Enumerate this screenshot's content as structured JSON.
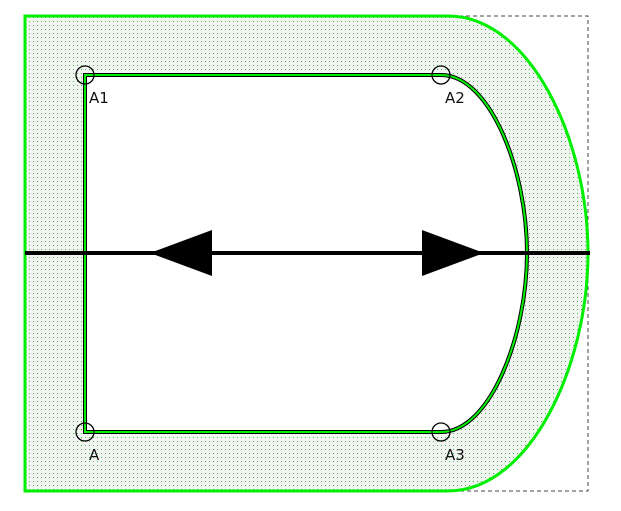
{
  "points": [
    {
      "id": "a1",
      "label": "A1"
    },
    {
      "id": "a2",
      "label": "A2"
    },
    {
      "id": "a3",
      "label": "A3"
    },
    {
      "id": "a",
      "label": "A"
    }
  ],
  "colors": {
    "outline": "#00ee00",
    "stroke": "#000000",
    "dots": "#22cc22",
    "bbox": "#444444"
  }
}
